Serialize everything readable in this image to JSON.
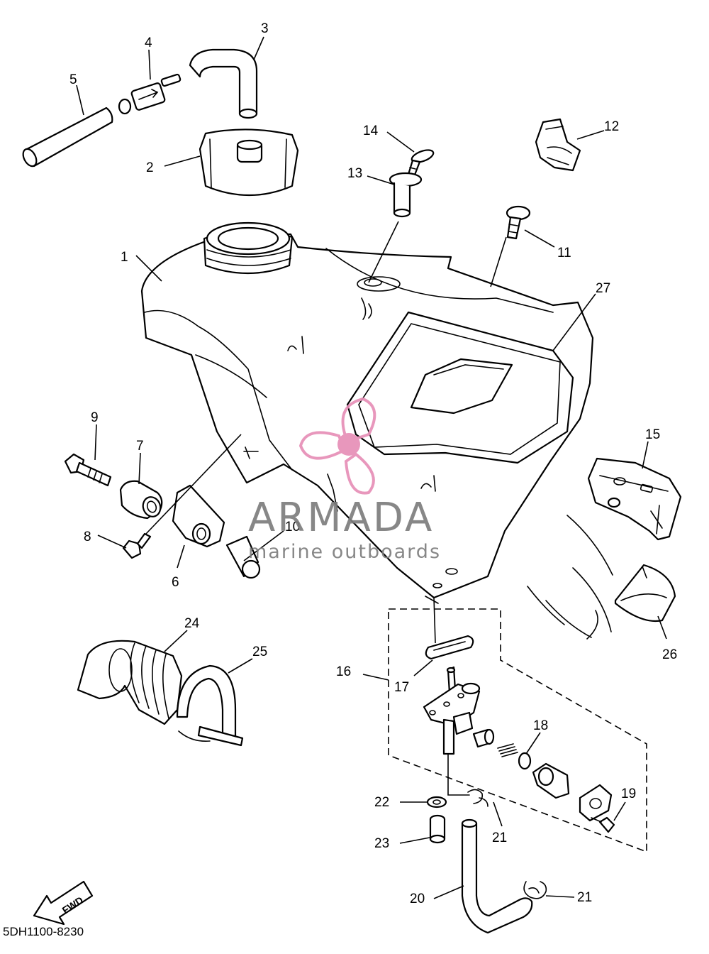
{
  "callouts": {
    "n1": "1",
    "n2": "2",
    "n3": "3",
    "n4": "4",
    "n5": "5",
    "n6": "6",
    "n7": "7",
    "n8": "8",
    "n9": "9",
    "n10": "10",
    "n11": "11",
    "n12": "12",
    "n13": "13",
    "n14": "14",
    "n15": "15",
    "n16": "16",
    "n17": "17",
    "n18": "18",
    "n19": "19",
    "n20": "20",
    "n21a": "21",
    "n21b": "21",
    "n22": "22",
    "n23": "23",
    "n24": "24",
    "n25": "25",
    "n26": "26",
    "n27": "27"
  },
  "watermark": {
    "brand": "ARMADA",
    "tagline": "marine outboards",
    "color": "#e78fb7"
  },
  "forward_arrow": {
    "label": "FWD"
  },
  "diagram_code": "5DH1100-8230"
}
